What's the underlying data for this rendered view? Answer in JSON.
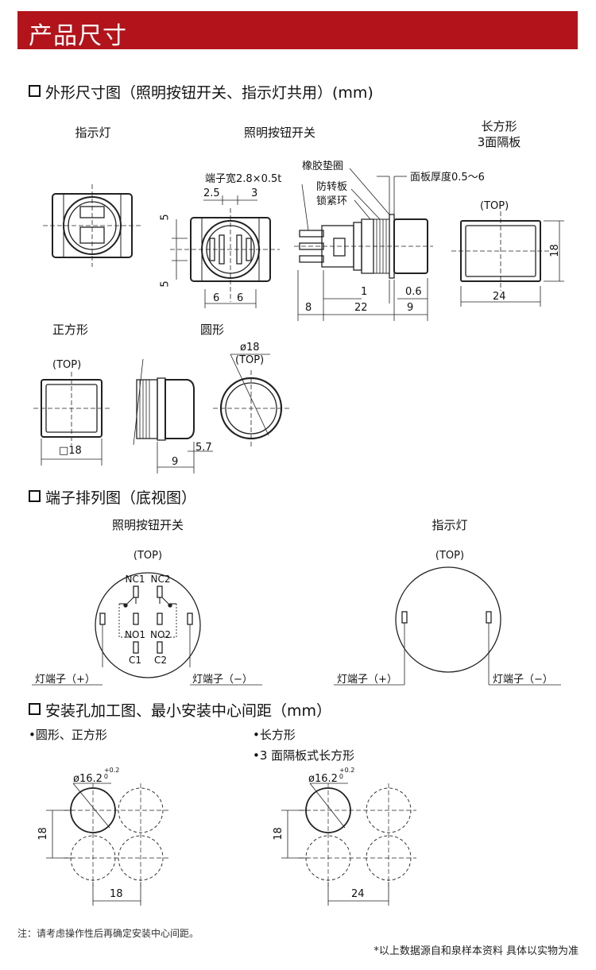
{
  "banner": {
    "title": "产品尺寸",
    "color": "#b3141b"
  },
  "sections": {
    "outline": "外形尺寸图（照明按钮开关、指示灯共用）(mm)",
    "terminal": "端子排列图（底视图）",
    "mounting": "安装孔加工图、最小安装中心间距（mm）"
  },
  "outline": {
    "indicator": "指示灯",
    "illum_switch": "照明按钮开关",
    "rect_line1": "长方形",
    "rect_line2": "3面隔板",
    "square": "正方形",
    "round": "圆形",
    "callouts": {
      "rubber_gasket": "橡胶垫圈",
      "terminal_width": "端子宽2.8×0.5t",
      "anti_rotation": "防转板",
      "lock_ring": "锁紧环",
      "panel_thickness": "面板厚度0.5～6"
    },
    "dims": {
      "d2_5": "2.5",
      "d3": "3",
      "d5a": "5",
      "d5b": "5",
      "d6a": "6",
      "d6b": "6",
      "d1": "1",
      "d8": "8",
      "d22": "22",
      "d0_6": "0.6",
      "d9": "9",
      "top": "(TOP)",
      "d24": "24",
      "d18": "18",
      "sq18": "□18",
      "d5_7": "5.7",
      "d9b": "9",
      "phi18": "ø18"
    }
  },
  "terminal": {
    "illum_switch": "照明按钮开关",
    "indicator": "指示灯",
    "top": "(TOP)",
    "nc1": "NC1",
    "nc2": "NC2",
    "no1": "NO1",
    "no2": "NO2",
    "c1": "C1",
    "c2": "C2",
    "lamp_plus": "灯端子（+）",
    "lamp_minus": "灯端子（−）"
  },
  "mounting": {
    "round_square": "•圆形、正方形",
    "rect": "•长方形",
    "rect3": "•3 面隔板式长方形",
    "hole": "ø16.2",
    "tol_plus": "+0.2",
    "tol_zero": "0",
    "d18v": "18",
    "d18h": "18",
    "d18v2": "18",
    "d24": "24"
  },
  "footer": {
    "note": "注：请考虑操作性后再确定安装中心间距。",
    "source": "*以上数据源自和泉样本资料 具体以实物为准"
  }
}
